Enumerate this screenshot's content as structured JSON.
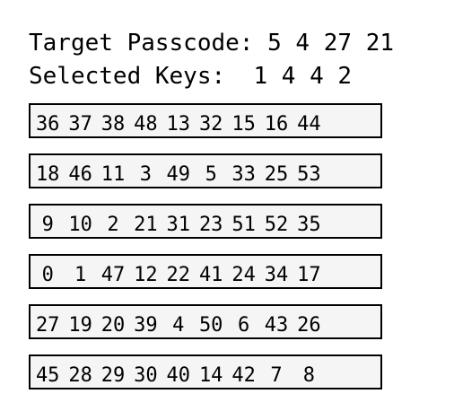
{
  "target": {
    "label": "Target Passcode:",
    "codes": [
      "5",
      "4",
      "27",
      "21"
    ]
  },
  "selected": {
    "label": "Selected Keys:",
    "keys": [
      "1",
      "4",
      "4",
      "2"
    ]
  },
  "rows": [
    [
      "36",
      "37",
      "38",
      "48",
      "13",
      "32",
      "15",
      "16",
      "44"
    ],
    [
      "18",
      "46",
      "11",
      "3",
      "49",
      "5",
      "33",
      "25",
      "53"
    ],
    [
      "9",
      "10",
      "2",
      "21",
      "31",
      "23",
      "51",
      "52",
      "35"
    ],
    [
      "0",
      "1",
      "47",
      "12",
      "22",
      "41",
      "24",
      "34",
      "17"
    ],
    [
      "27",
      "19",
      "20",
      "39",
      "4",
      "50",
      "6",
      "43",
      "26"
    ],
    [
      "45",
      "28",
      "29",
      "30",
      "40",
      "14",
      "42",
      "7",
      "8"
    ]
  ]
}
